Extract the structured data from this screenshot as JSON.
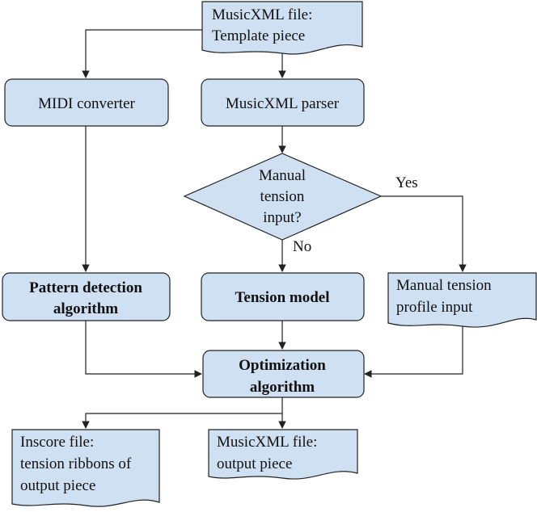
{
  "nodes": {
    "template_doc": {
      "lines": [
        "MusicXML file:",
        "Template piece"
      ]
    },
    "midi_converter": {
      "lines": [
        "MIDI converter"
      ]
    },
    "musicxml_parser": {
      "lines": [
        "MusicXML parser"
      ]
    },
    "decision": {
      "lines": [
        "Manual",
        "tension",
        "input?"
      ]
    },
    "pattern_detection": {
      "lines": [
        "Pattern detection",
        "algorithm"
      ]
    },
    "tension_model": {
      "lines": [
        "Tension model"
      ]
    },
    "manual_profile": {
      "lines": [
        "Manual tension",
        "profile input"
      ]
    },
    "optimization": {
      "lines": [
        "Optimization",
        "algorithm"
      ]
    },
    "inscore_doc": {
      "lines": [
        "Inscore file:",
        "tension ribbons of",
        "output  piece"
      ]
    },
    "output_doc": {
      "lines": [
        "MusicXML file:",
        "output piece"
      ]
    }
  },
  "edge_labels": {
    "yes": "Yes",
    "no": "No"
  },
  "colors": {
    "fill": "#cfe0f2",
    "stroke": "#222222"
  }
}
